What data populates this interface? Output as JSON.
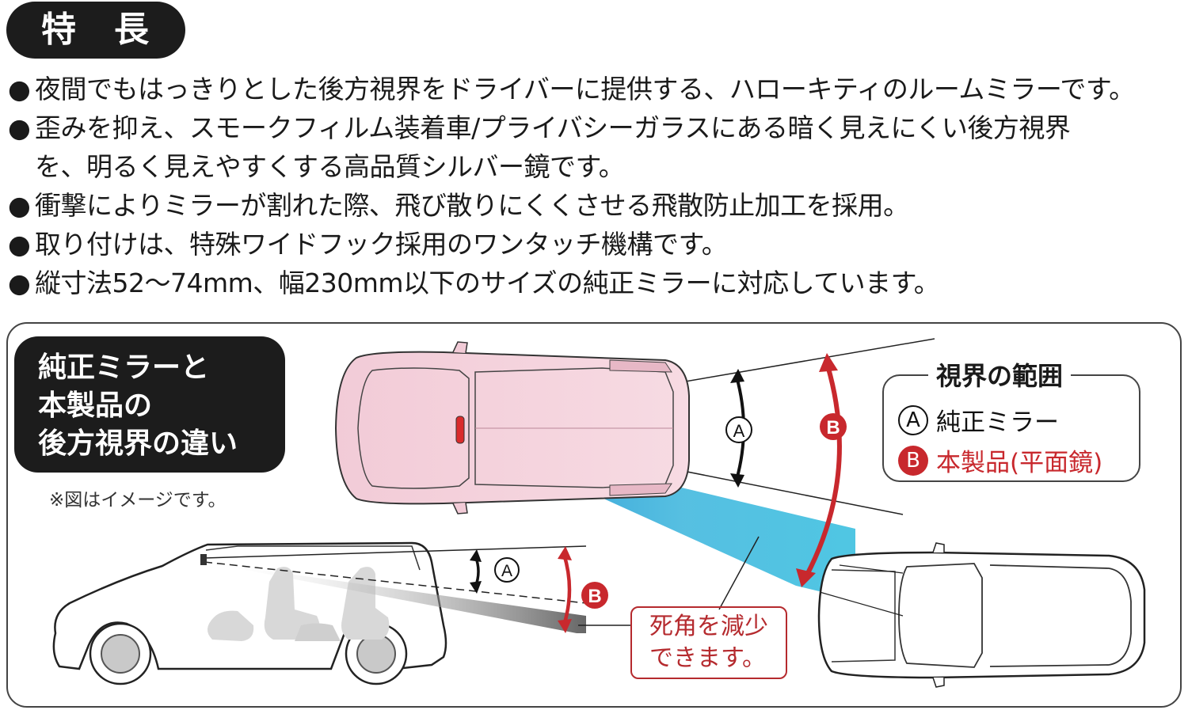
{
  "header": {
    "title": "特　長"
  },
  "features": [
    {
      "bullet": "●",
      "text": "夜間でもはっきりとした後方視界をドライバーに提供する、ハローキティのルームミラーです。",
      "cont": ""
    },
    {
      "bullet": "●",
      "text": "歪みを抑え、スモークフィルム装着車/プライバシーガラスにある暗く見えにくい後方視界",
      "cont": "を、明るく見えやすくする高品質シルバー鏡です。"
    },
    {
      "bullet": "●",
      "text": "衝撃によりミラーが割れた際、飛び散りにくくさせる飛散防止加工を採用。",
      "cont": ""
    },
    {
      "bullet": "●",
      "text": "取り付けは、特殊ワイドフック採用のワンタッチ機構です。",
      "cont": ""
    },
    {
      "bullet": "●",
      "text": "縦寸法52〜74mm、幅230mm以下のサイズの純正ミラーに対応しています。",
      "cont": ""
    }
  ],
  "comparison": {
    "heading_lines": [
      "純正ミラーと",
      "本製品の",
      "後方視界の違い"
    ],
    "note": "※図はイメージです。"
  },
  "field_of_view": {
    "title": "視界の範囲",
    "a": {
      "marker": "A",
      "label": "純正ミラー"
    },
    "b": {
      "marker": "B",
      "label": "本製品(平面鏡)"
    }
  },
  "diagram_markers": {
    "a": "A",
    "b": "B"
  },
  "blind_spot": {
    "lines": [
      "死角を減少",
      "できます。"
    ]
  },
  "colors": {
    "accent_red": "#c8282d",
    "blue_view": "#2aa5d8",
    "car_pink": "#f4d6df",
    "dark": "#1c1c1c"
  }
}
